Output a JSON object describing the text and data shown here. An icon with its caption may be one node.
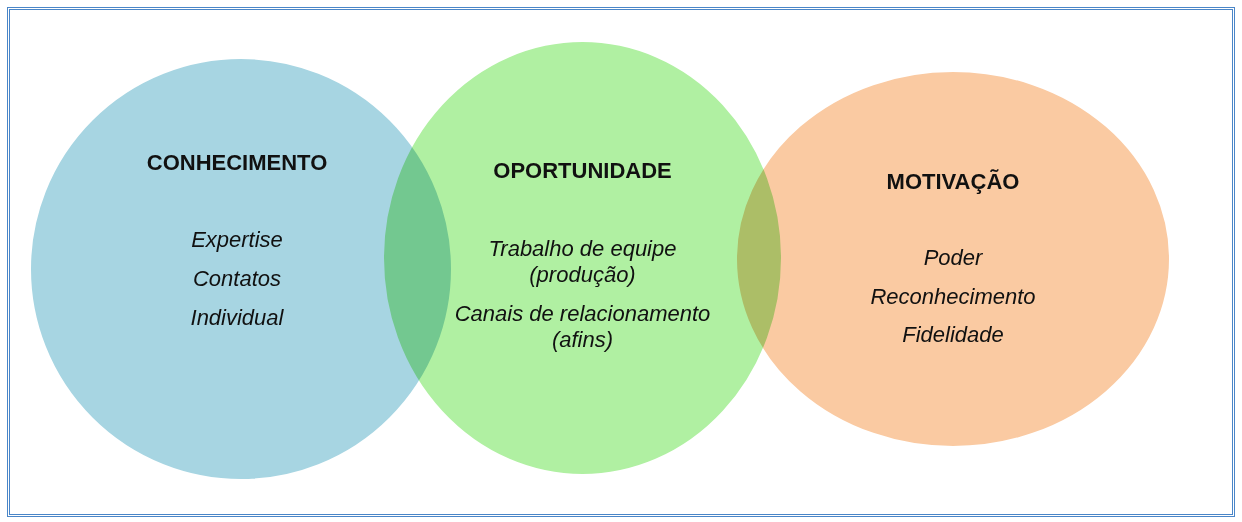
{
  "diagram": {
    "nodes": [
      {
        "text": [
          "CONHECIMENTO",
          "Expertise",
          "Contatos",
          "Individual"
        ]
      },
      {
        "text": [
          "OPORTUNIDADE",
          "Trabalho de equipe (produção)",
          "Canais de relacionamento (afins)"
        ]
      },
      {
        "text": [
          "MOTIVAÇÃO",
          "Poder",
          "Reconhecimento",
          "Fidelidade"
        ]
      }
    ]
  }
}
